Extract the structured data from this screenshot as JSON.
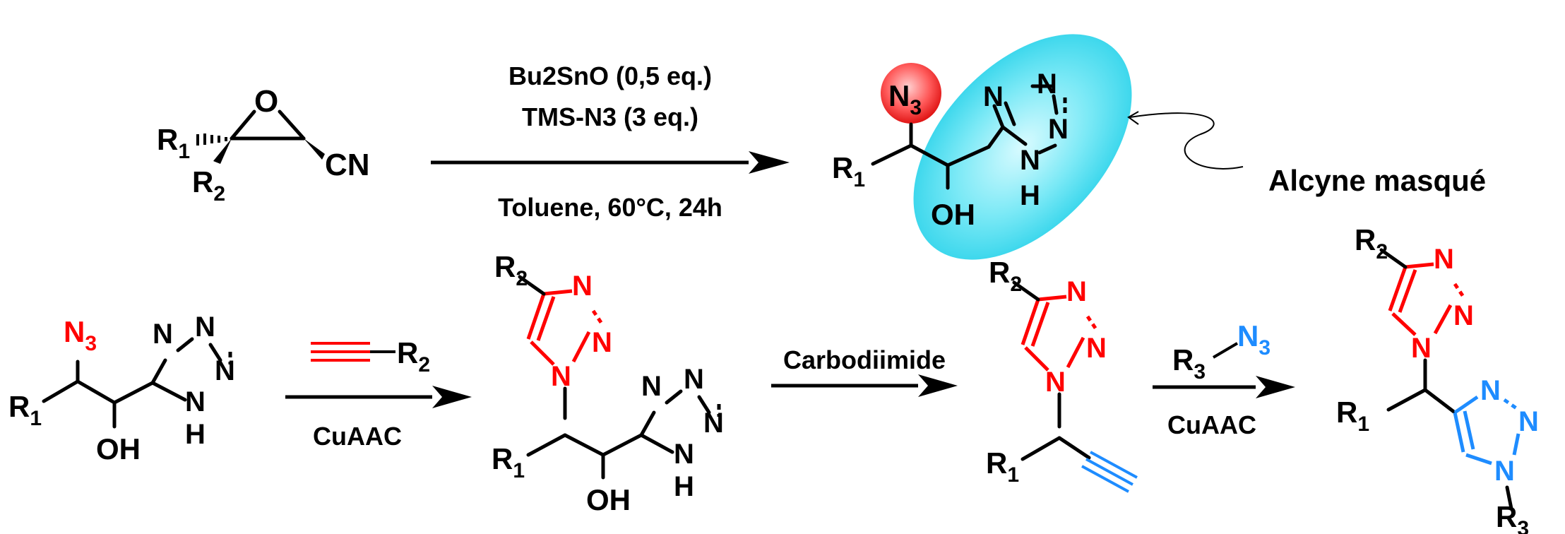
{
  "colors": {
    "black": "#000000",
    "red": "#ff0000",
    "blue": "#1e8cff",
    "cyan_highlight": "#35d9ee",
    "red_circle": "#ff3a3a"
  },
  "reaction1": {
    "reagent_line1": "Bu2SnO (0,5 eq.)",
    "reagent_line2": "TMS-N3 (3 eq.)",
    "conditions": "Toluene, 60°C, 24h"
  },
  "epoxide": {
    "oxygen": "O",
    "r1": "R",
    "r1_sub": "1",
    "r2": "R",
    "r2_sub": "2",
    "nitrile": "CN"
  },
  "product1": {
    "azide": "N",
    "azide_sub": "3",
    "r1": "R",
    "r1_sub": "1",
    "hydroxyl": "OH",
    "tetrazole_n": "N",
    "tetrazole_nh_n": "N",
    "tetrazole_nh_h": "H",
    "annotation": "Alcyne masqué"
  },
  "reaction2": {
    "alkyne_r": "R",
    "alkyne_r_sub": "2",
    "label": "CuAAC"
  },
  "reaction3": {
    "label": "Carbodiimide"
  },
  "reaction4": {
    "azide_r": "R",
    "azide_r_sub": "3",
    "azide_n": "N",
    "azide_n_sub": "3",
    "label": "CuAAC"
  },
  "substrate2": {
    "azide": "N",
    "azide_sub": "3",
    "r1": "R",
    "r1_sub": "1",
    "hydroxyl": "OH",
    "tetrazole_n": "N",
    "tetrazole_h": "H"
  },
  "product2": {
    "r2": "R",
    "r2_sub": "2",
    "r1": "R",
    "r1_sub": "1",
    "hydroxyl": "OH",
    "triazole_n": "N",
    "tetrazole_n": "N",
    "tetrazole_h": "H"
  },
  "product3": {
    "r2": "R",
    "r2_sub": "2",
    "r1": "R",
    "r1_sub": "1",
    "triazole_n": "N"
  },
  "product4": {
    "r2": "R",
    "r2_sub": "2",
    "r1": "R",
    "r1_sub": "1",
    "r3": "R",
    "r3_sub": "3",
    "triazole_n": "N"
  }
}
